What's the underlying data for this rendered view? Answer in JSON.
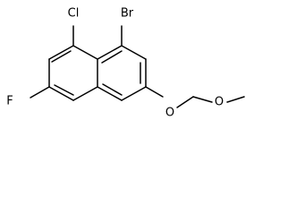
{
  "molecule": {
    "atoms": {
      "cl": "Cl",
      "br": "Br",
      "f": "F",
      "o1": "O",
      "o2": "O"
    },
    "colors": {
      "bond": "#000000",
      "label": "#000000",
      "background": "#ffffff"
    }
  }
}
